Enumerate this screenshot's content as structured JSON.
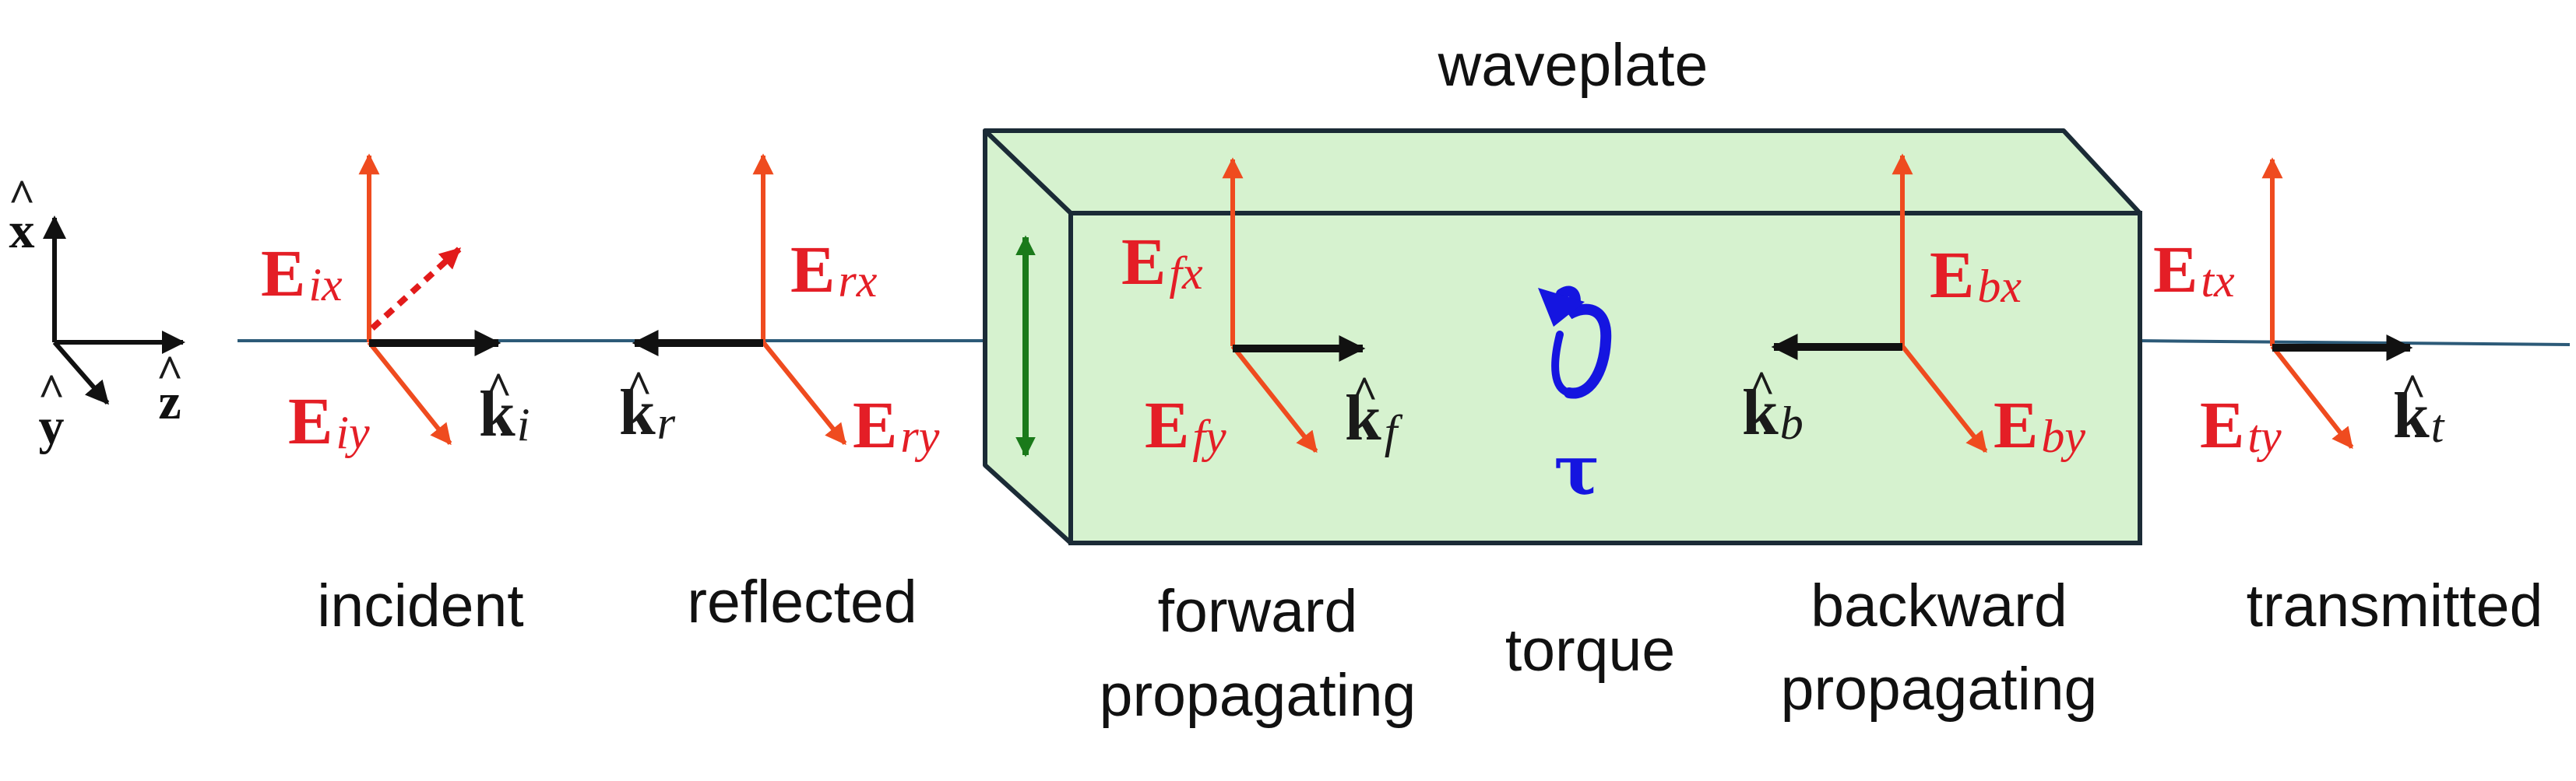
{
  "diagram": {
    "title": "waveplate",
    "stage_labels": {
      "incident": "incident",
      "reflected": "reflected",
      "forward_line1": "forward",
      "forward_line2": "propagating",
      "torque": "torque",
      "backward_line1": "backward",
      "backward_line2": "propagating",
      "transmitted": "transmitted"
    },
    "axes": {
      "x": "x",
      "y": "y",
      "z": "z",
      "hat": "^"
    },
    "fields": {
      "E": "E",
      "incident_x": "ix",
      "incident_y": "iy",
      "reflected_x": "rx",
      "reflected_y": "ry",
      "forward_x": "fx",
      "forward_y": "fy",
      "backward_x": "bx",
      "backward_y": "by",
      "transmitted_x": "tx",
      "transmitted_y": "ty"
    },
    "wavevectors": {
      "k": "k",
      "incident": "i",
      "reflected": "r",
      "forward": "f",
      "backward": "b",
      "transmitted": "t"
    },
    "torque_symbol": "τ",
    "colors": {
      "field_vector": "#ef4b1f",
      "field_label": "#e41e26",
      "wavevector": "#111111",
      "torque": "#1515e0",
      "optic_axis": "#1a7a1a",
      "waveplate_fill": "#d6f2cf",
      "waveplate_edge": "#1b2b36",
      "beam_line": "#2c5a78",
      "dotted_vector": "#e21b1b"
    },
    "icons": {
      "torque": "curved-arrow-icon",
      "optic_axis": "double-arrow-icon"
    }
  }
}
